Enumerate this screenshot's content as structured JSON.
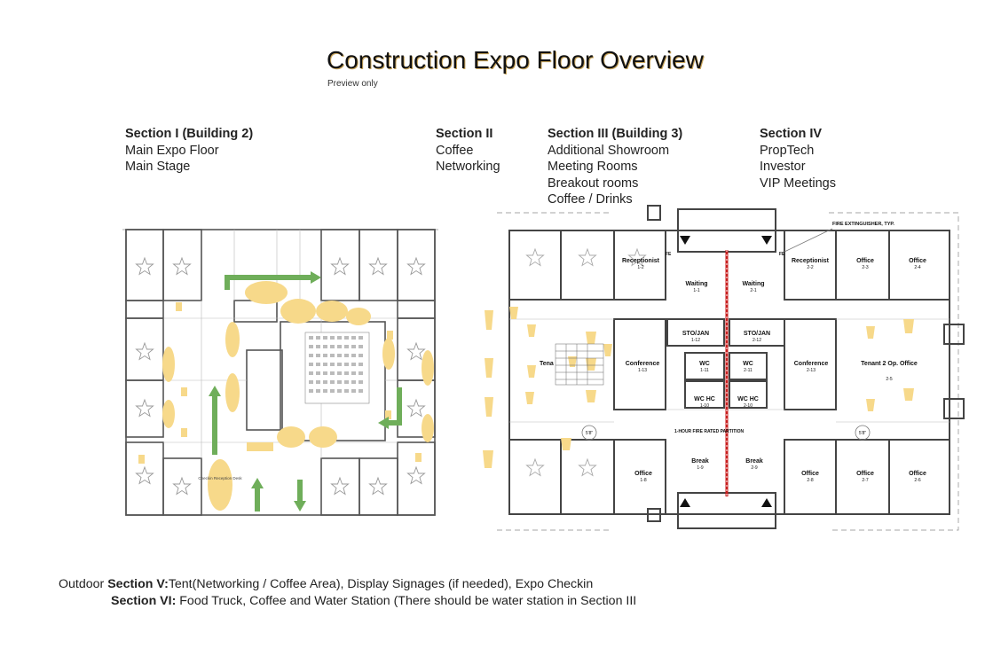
{
  "title": "Construction Expo Floor  Overview",
  "subtitle": "Preview only",
  "sections": [
    {
      "heading": "Section I (Building 2)",
      "lines": [
        "Main Expo Floor",
        "Main Stage"
      ]
    },
    {
      "heading": "Section II",
      "lines": [
        "Coffee",
        "Networking"
      ]
    },
    {
      "heading": "Section III (Building 3)",
      "lines": [
        "Additional Showroom",
        "Meeting Rooms",
        "Breakout rooms",
        "Coffee / Drinks"
      ]
    },
    {
      "heading": "Section IV",
      "lines": [
        "PropTech",
        "Investor",
        "VIP  Meetings"
      ]
    }
  ],
  "footer": {
    "line1_prefix": "Outdoor ",
    "line1_bold": "Section V:",
    "line1_text": "Tent(Networking / Coffee Area), Display Signages (if needed), Expo Checkin",
    "line2_bold": "Section VI:",
    "line2_text": "  Food Truck, Coffee and Water Station (There should be water station in Section III"
  },
  "plan_left": {
    "checkin_label": "Checkin Reception Desk"
  },
  "plan_right": {
    "fire_note": "FIRE EXTINGUISHER, TYP.",
    "fe": "FE",
    "rooms": [
      {
        "name": "Receptionist",
        "num": "1-2"
      },
      {
        "name": "Receptionist",
        "num": "2-2"
      },
      {
        "name": "Office",
        "num": "2-3"
      },
      {
        "name": "Office",
        "num": "2-4"
      },
      {
        "name": "Waiting",
        "num": "1-1"
      },
      {
        "name": "Waiting",
        "num": "2-1"
      },
      {
        "name": "STO/JAN",
        "num": "1-12"
      },
      {
        "name": "STO/JAN",
        "num": "2-12"
      },
      {
        "name": "Conference",
        "num": "1-13"
      },
      {
        "name": "Conference",
        "num": "2-13"
      },
      {
        "name": "WC",
        "num": "1-11"
      },
      {
        "name": "WC",
        "num": "2-11"
      },
      {
        "name": "WC HC",
        "num": "1-10"
      },
      {
        "name": "WC HC",
        "num": "2-10"
      },
      {
        "name": "Tenant 2 Op. Office",
        "num": "2-5"
      },
      {
        "name": "Break",
        "num": "1-9"
      },
      {
        "name": "Break",
        "num": "2-9"
      },
      {
        "name": "Office",
        "num": "1-8"
      },
      {
        "name": "Office",
        "num": "2-8"
      },
      {
        "name": "Office",
        "num": "2-7"
      },
      {
        "name": "Office",
        "num": "2-6"
      }
    ],
    "partition_note": "1-HOUR FIRE RATED PARTITION",
    "dim_left": "5'8\"",
    "dim_right": "5'8\"",
    "tent_label": "Tena"
  },
  "colors": {
    "booth": "#f7d98a",
    "arrow": "#6fae5a",
    "wall": "#444444",
    "fire": "#c81e1e",
    "title_shadow": "#c8a45a"
  }
}
